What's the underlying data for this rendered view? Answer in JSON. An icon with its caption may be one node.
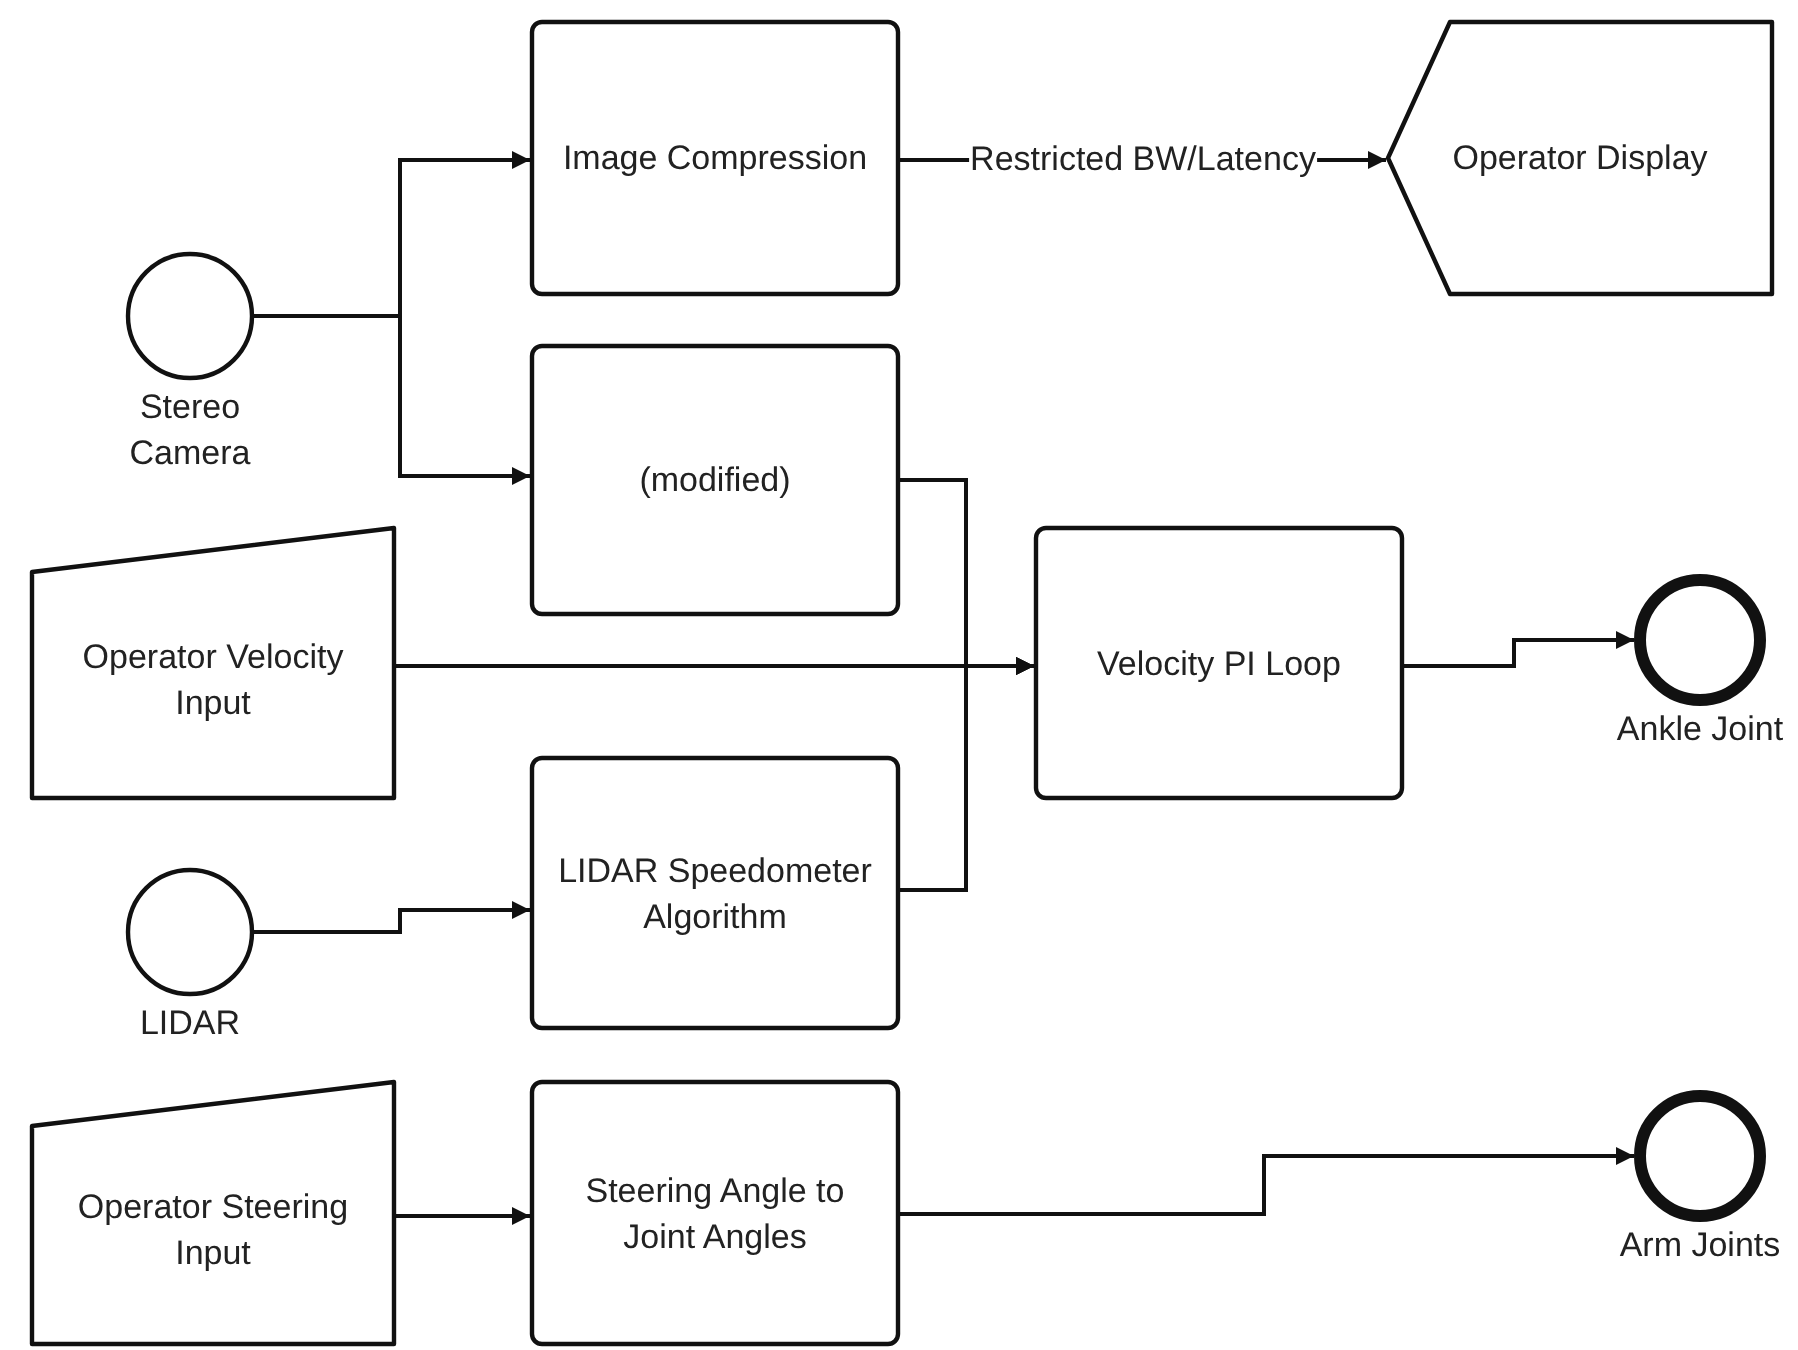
{
  "diagram": {
    "nodes": [
      {
        "text": [
          "Image Compression"
        ]
      },
      {
        "text": [
          "Operator Display"
        ]
      },
      {
        "text": [
          "Stereo Camera"
        ]
      },
      {
        "text": [
          "(modified)"
        ]
      },
      {
        "text": [
          "Operator Velocity Input"
        ]
      },
      {
        "text": [
          "Velocity PI Loop"
        ]
      },
      {
        "text": [
          "Ankle Joint"
        ]
      },
      {
        "text": [
          "LIDAR"
        ]
      },
      {
        "text": [
          "LIDAR Speedometer Algorithm"
        ]
      },
      {
        "text": [
          "Operator Steering Input"
        ]
      },
      {
        "text": [
          "Steering Angle to Joint Angles"
        ]
      },
      {
        "text": [
          "Arm Joints"
        ]
      }
    ],
    "edges": [
      {
        "from": 2,
        "to": 0,
        "arrow": "to"
      },
      {
        "from": 2,
        "to": 3,
        "arrow": "to"
      },
      {
        "from": 0,
        "to": 1,
        "arrow": "to",
        "label": "Restricted BW/Latency"
      },
      {
        "from": 3,
        "to": 5,
        "arrow": "to"
      },
      {
        "from": 4,
        "to": 5,
        "arrow": "to"
      },
      {
        "from": 8,
        "to": 5,
        "arrow": "to"
      },
      {
        "from": 5,
        "to": 6,
        "arrow": "to"
      },
      {
        "from": 7,
        "to": 8,
        "arrow": "to"
      },
      {
        "from": 9,
        "to": 10,
        "arrow": "to"
      },
      {
        "from": 10,
        "to": 11,
        "arrow": "to"
      }
    ]
  }
}
